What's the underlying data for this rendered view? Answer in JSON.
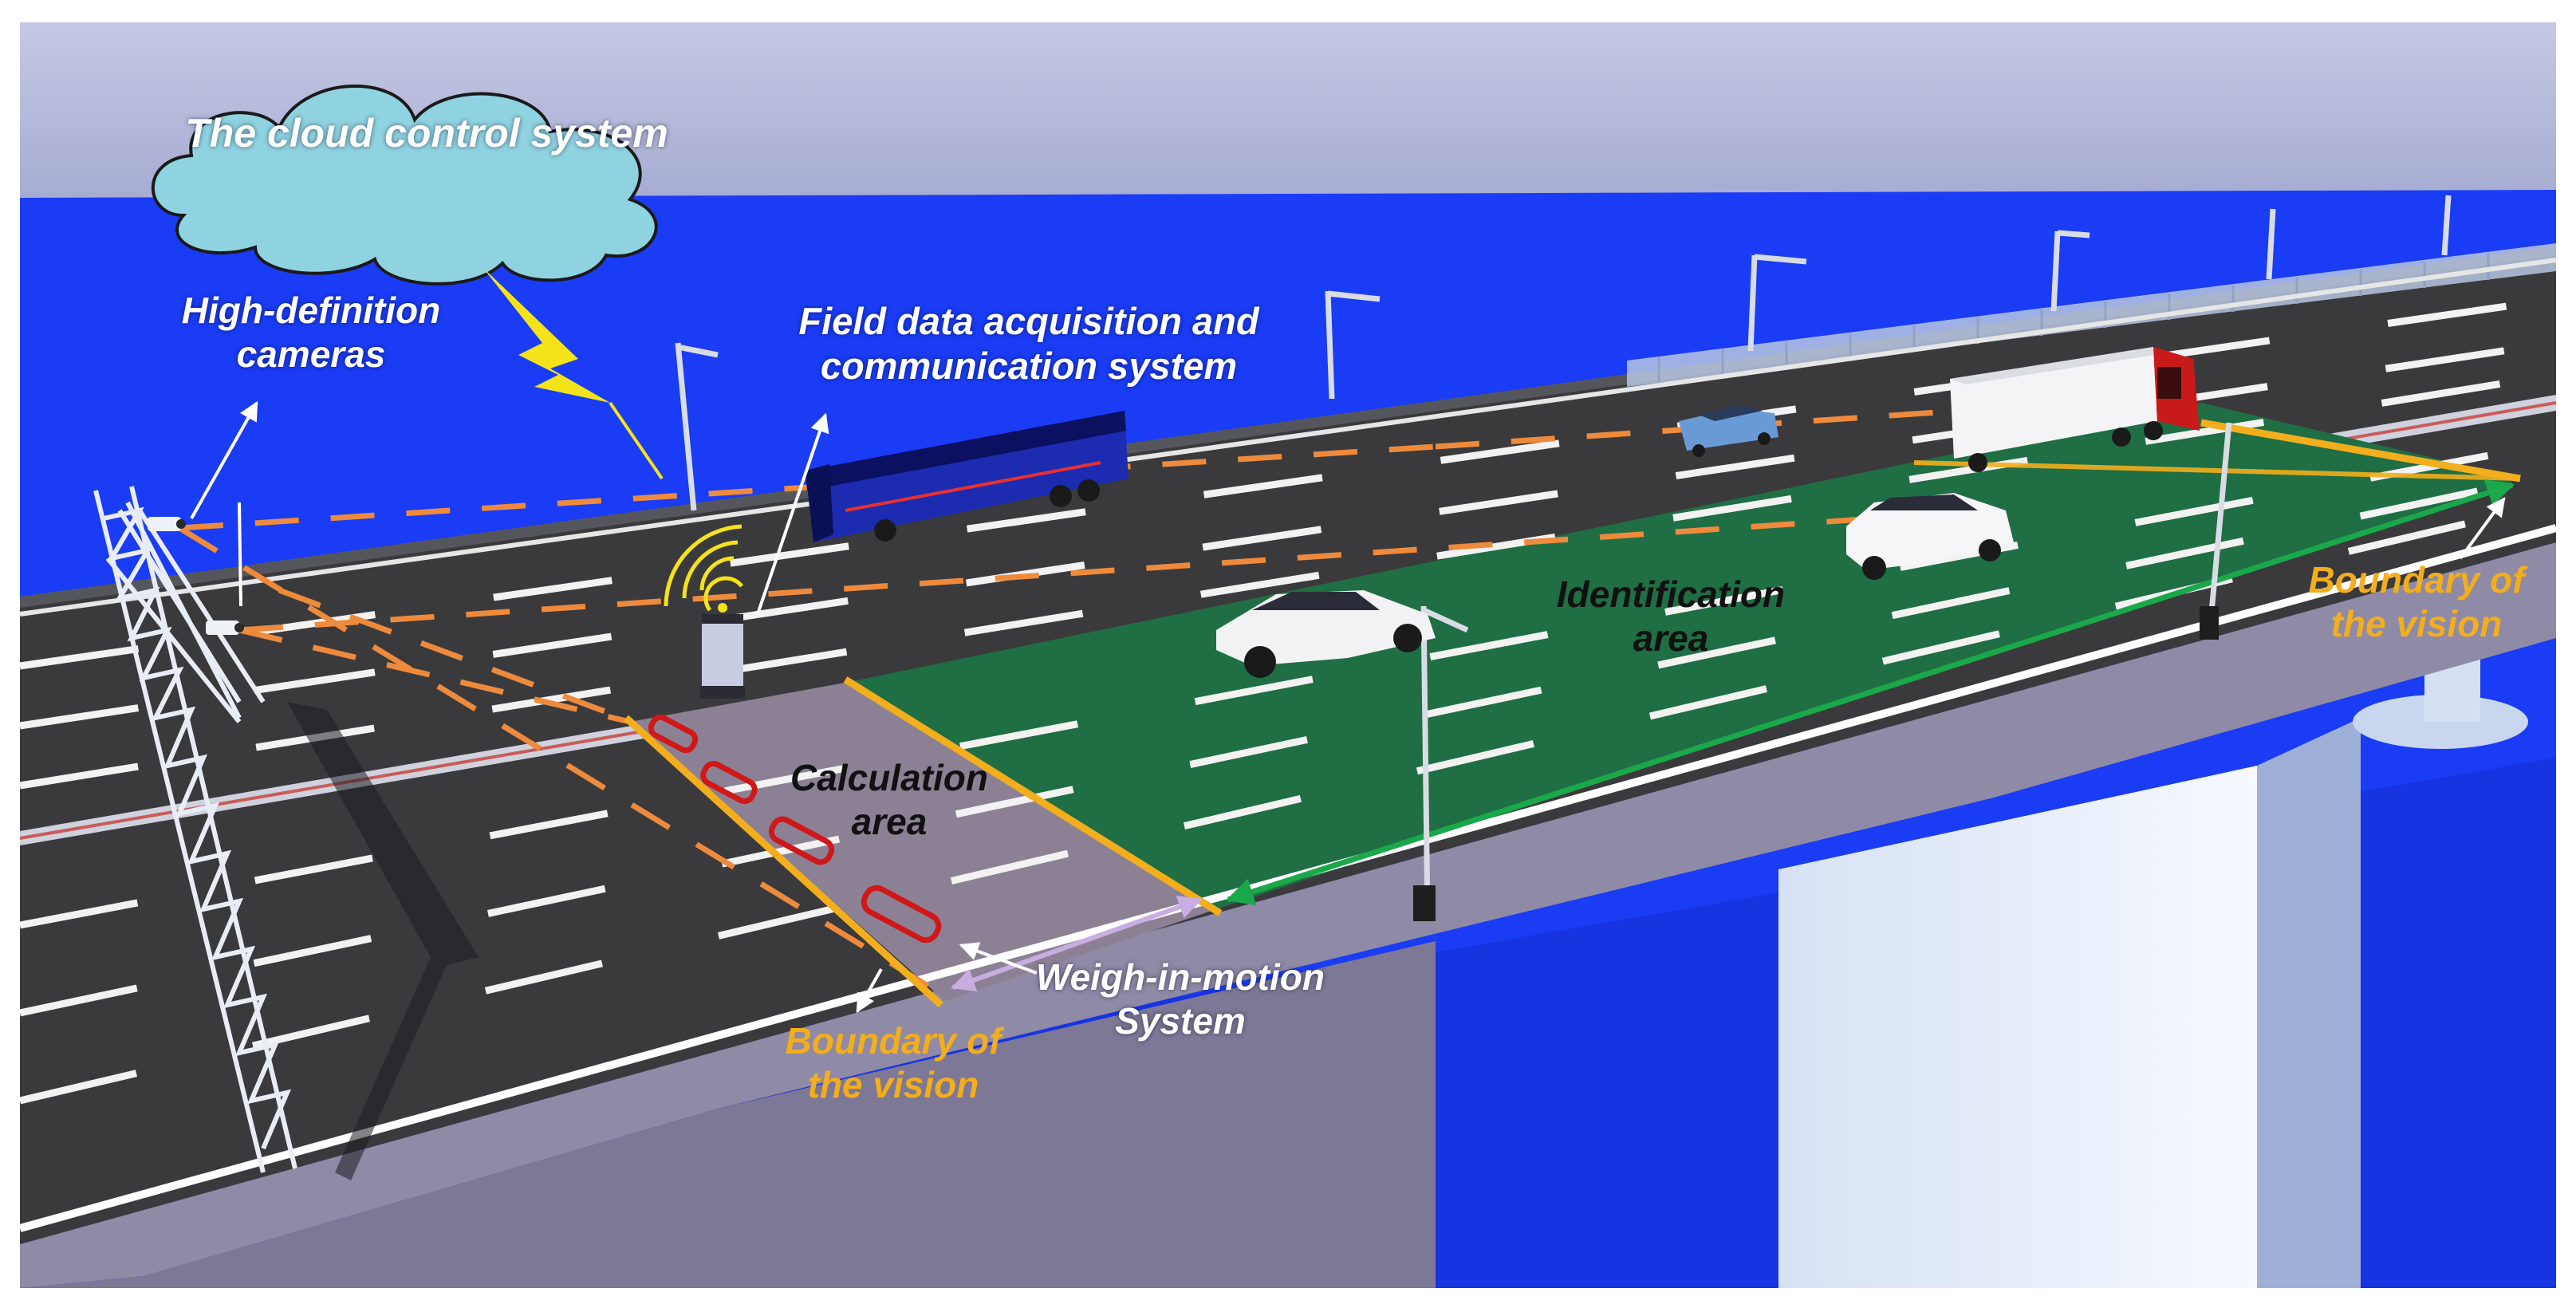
{
  "labels": {
    "cloud": "The cloud control system",
    "cameras": [
      "High-definition",
      "cameras"
    ],
    "field": [
      "Field data acquisition and",
      "communication system"
    ],
    "identification": [
      "Identification",
      "area"
    ],
    "calculation": [
      "Calculation",
      "area"
    ],
    "wim": [
      "Weigh-in-motion",
      "System"
    ],
    "boundary_left": [
      "Boundary of",
      "the vision"
    ],
    "boundary_right": [
      "Boundary of",
      "the vision"
    ]
  },
  "colors": {
    "sky": "#aab0d4",
    "water": "#1a3cf5",
    "road": "#3a3a3c",
    "identification_area": "#1f6e44",
    "calculation_area": "#8c8194",
    "boundary": "#f2ae1c",
    "sensor": "#d01818",
    "cloud": "#8fd2e0",
    "lightning": "#f5e31a",
    "camera_line": "#ee8a3c"
  }
}
